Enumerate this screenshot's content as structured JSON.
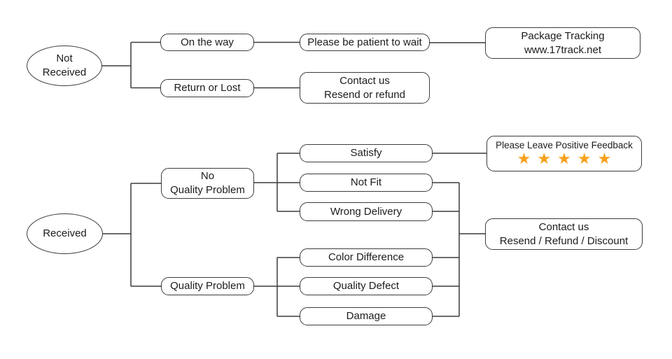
{
  "colors": {
    "background": "#ffffff",
    "line": "#3c3c3c",
    "box-border": "#3c3c3c",
    "box-bg": "#ffffff",
    "text": "#1c1c1c",
    "star": "#f7a11c"
  },
  "nodes": {
    "not_received": "Not\nReceived",
    "on_the_way": "On the way",
    "please_wait": "Please be patient to wait",
    "package_tracking": "Package Tracking\nwww.17track.net",
    "return_or_lost": "Return or Lost",
    "contact_resend_refund": "Contact us\nResend or refund",
    "received": "Received",
    "no_quality_problem": "No\nQuality Problem",
    "satisfy": "Satisfy",
    "not_fit": "Not Fit",
    "wrong_delivery": "Wrong Delivery",
    "positive_feedback": "Please Leave Positive Feedback",
    "star_glyph": "★",
    "star_count": 5,
    "quality_problem": "Quality Problem",
    "color_difference": "Color Difference",
    "quality_defect": "Quality Defect",
    "damage": "Damage",
    "contact_resend_refund_discount": "Contact us\nResend / Refund / Discount"
  }
}
